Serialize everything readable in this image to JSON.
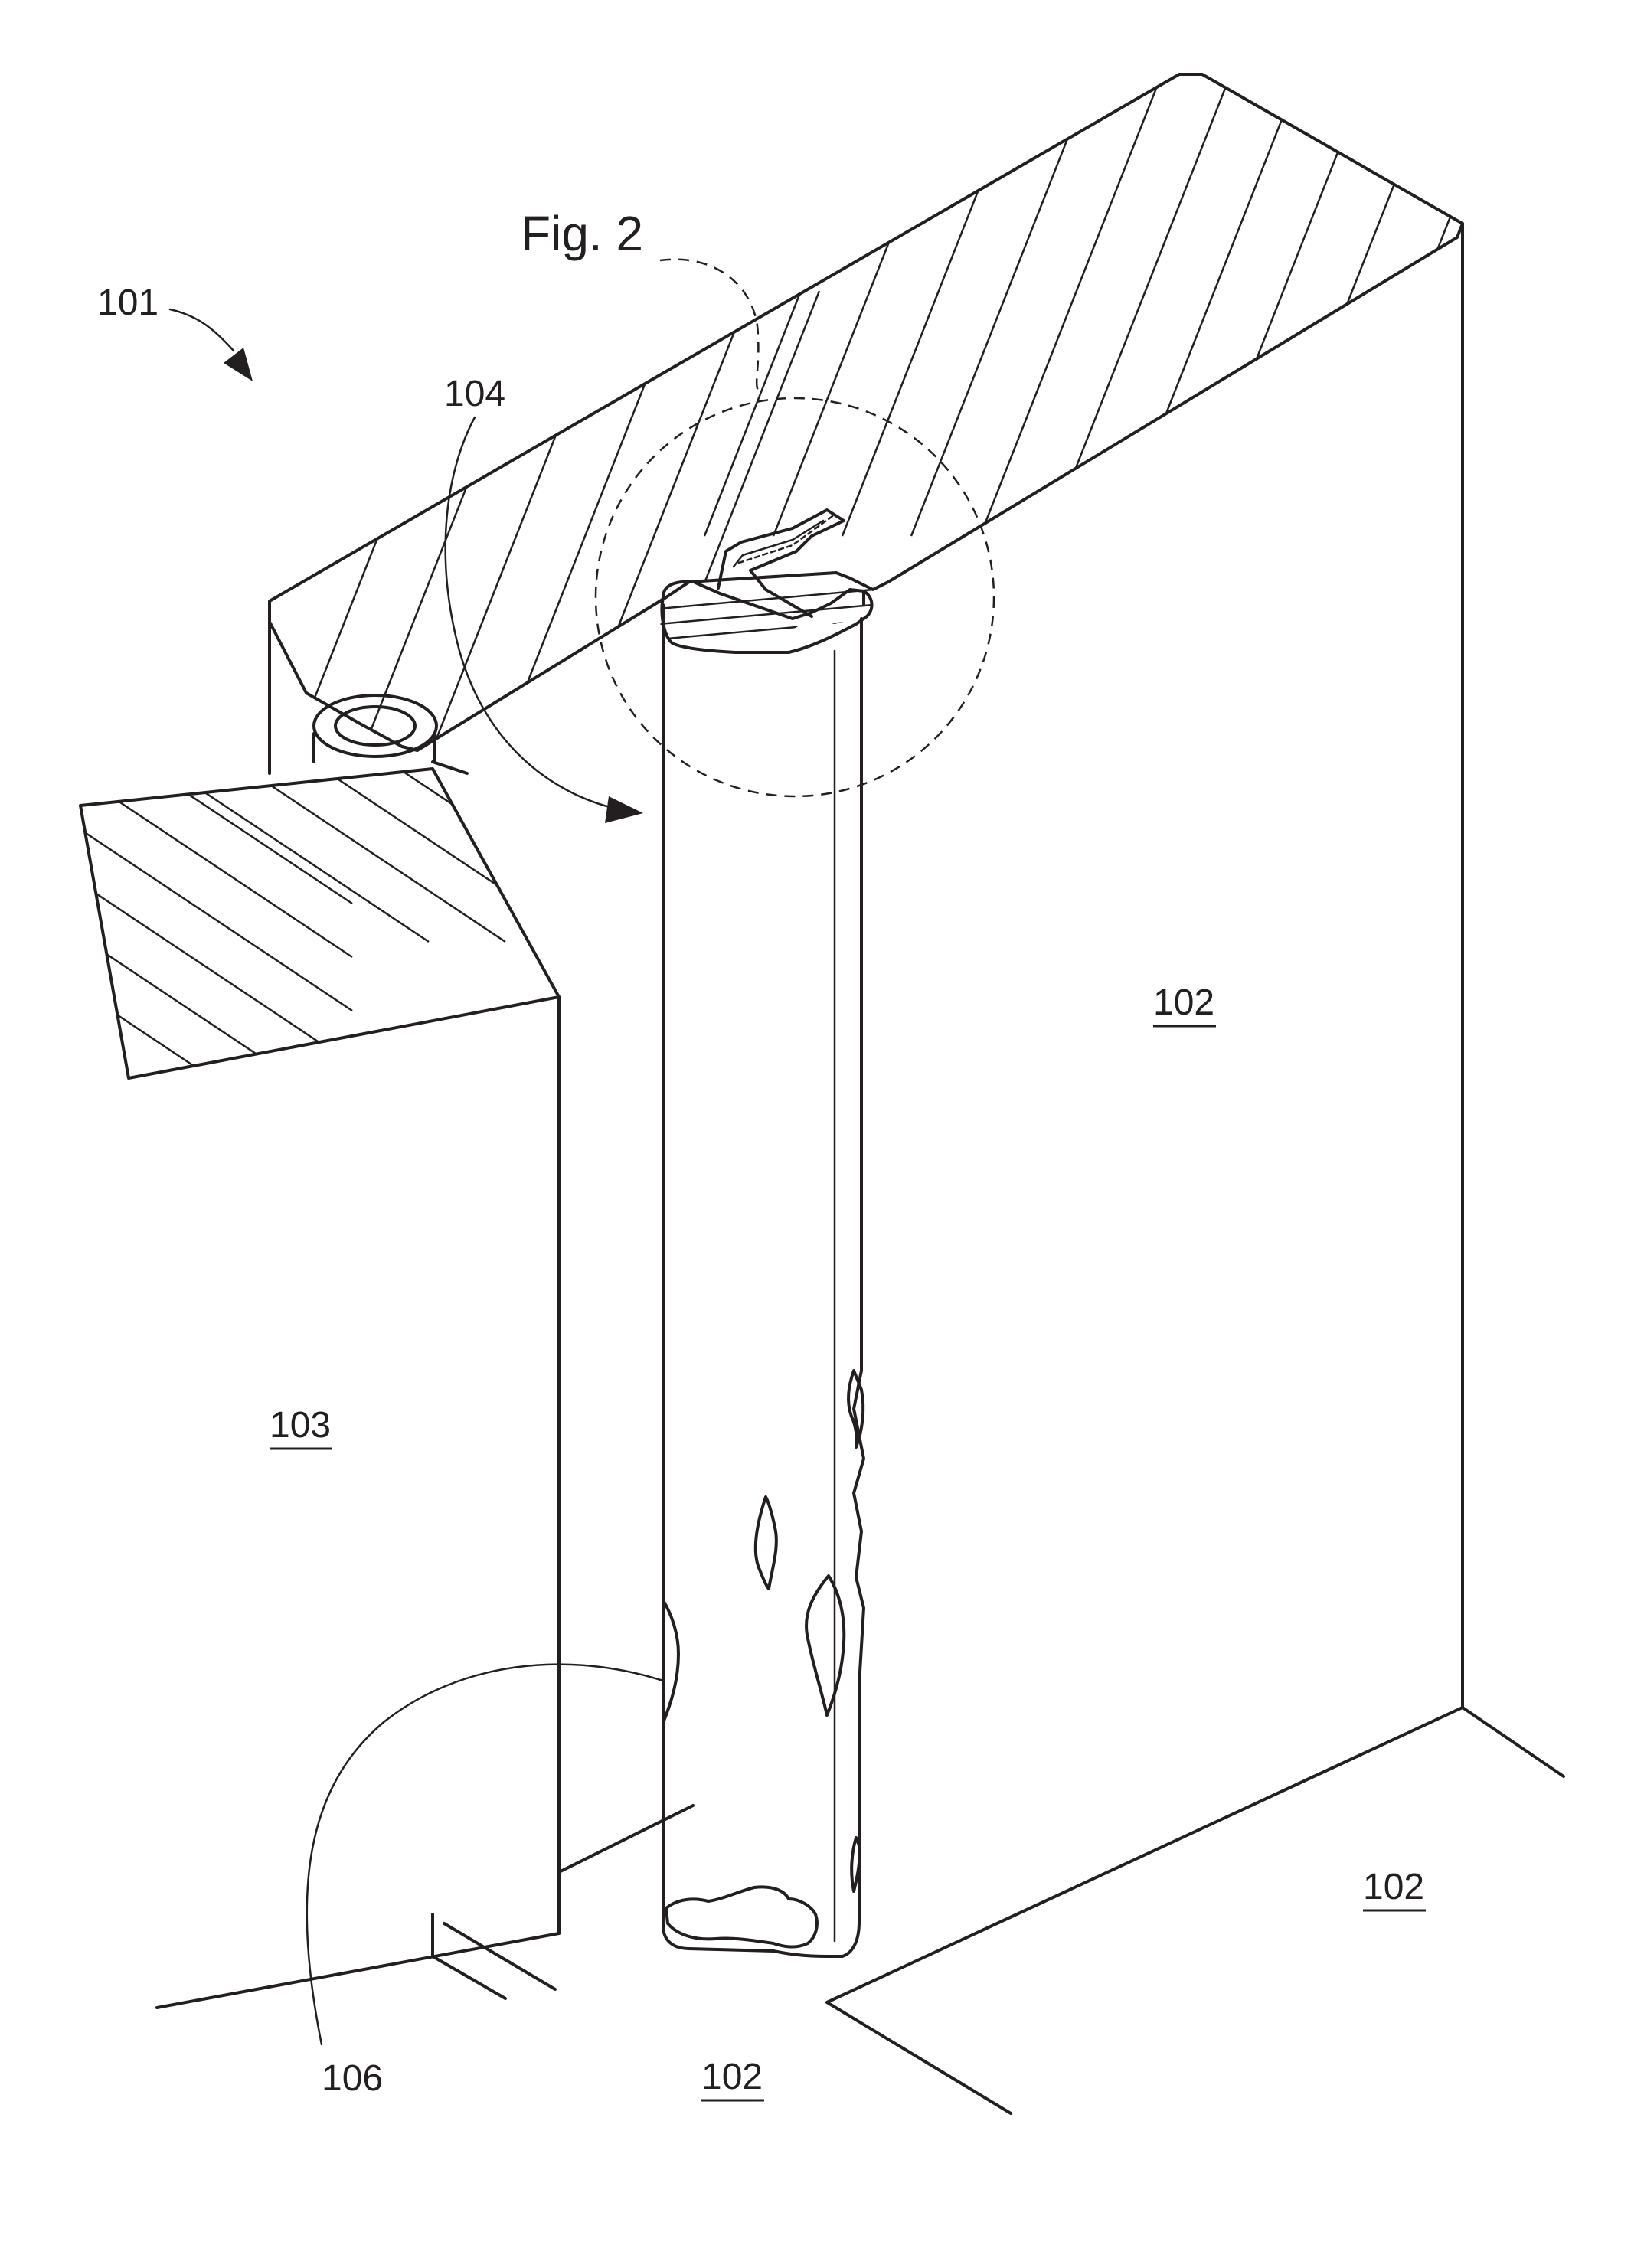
{
  "figure": {
    "callout_label": "Fig. 2",
    "reference_numerals": {
      "assembly": "101",
      "wall_right": "102",
      "wall_floor_right": "102",
      "floor_center": "102",
      "wall_left": "103",
      "post": "104",
      "deposit": "106"
    }
  }
}
